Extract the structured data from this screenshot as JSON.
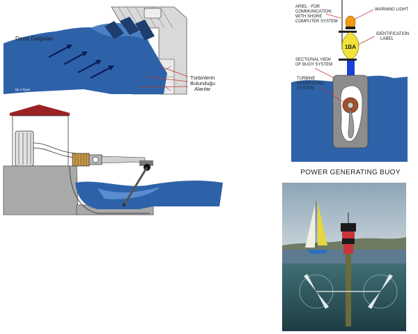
{
  "panel_1": {
    "wave_label": "Deniz Dalgaları",
    "credit": "By V Ryan",
    "turbine_label_lines": [
      "Türbinlerin",
      "Bulunduğu",
      "Alanlar"
    ]
  },
  "panel_2": {},
  "buoy_diagram": {
    "ariel_lines": [
      "ARIEL - FOR",
      "COMMUNICATION",
      "WITH SHORE",
      "COMPUTER SYSTEM"
    ],
    "warning_light": "WARNING LIGHT",
    "identification_lines": [
      "IDENTIFICATION",
      "LABEL"
    ],
    "badge_text": "1BA",
    "sectional_lines": [
      "SECTIONAL VIEW",
      "OF BUOY SYSTEM"
    ],
    "turbine_lines": [
      "TURBINE",
      "GENERATING",
      "SYSTEM"
    ],
    "caption": "POWER GENERATING BUOY"
  },
  "colors": {
    "sea": "#2e62a8",
    "sea_dark": "#1f4d8f",
    "roof": "#9b2222",
    "buoy_yellow": "#f3e23a",
    "buoy_blue": "#1a3fd6",
    "warning_orange": "#f39c12"
  }
}
